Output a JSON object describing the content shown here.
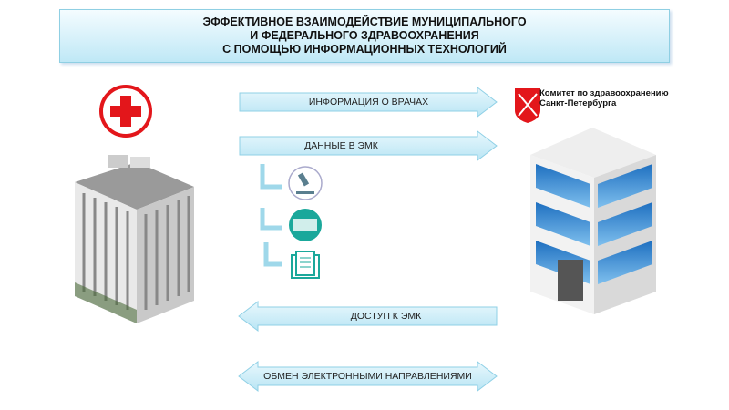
{
  "title": {
    "line1": "ЭФФЕКТИВНОЕ ВЗАИМОДЕЙСТВИЕ МУНИЦИПАЛЬНОГО",
    "line2": "И ФЕДЕРАЛЬНОГО ЗДРАВООХРАНЕНИЯ",
    "line3": "С ПОМОЩЬЮ ИНФОРМАЦИОННЫХ ТЕХНОЛОГИЙ"
  },
  "arrows": {
    "doctors_info": "ИНФОРМАЦИЯ О ВРАЧАХ",
    "emr_data": "ДАННЫЕ В ЭМК",
    "emr_access": "ДОСТУП К ЭМК",
    "referrals_exchange": "ОБМЕН ЭЛЕКТРОННЫМИ НАПРАВЛЕНИЯМИ"
  },
  "organization": {
    "line1": "Комитет по здравоохранению",
    "line2": "Санкт-Петербурга"
  },
  "colors": {
    "arrow_fill": "#cdeef8",
    "arrow_stroke": "#8fd0e6",
    "cross": "#e3161b",
    "teal": "#1aa89b"
  }
}
